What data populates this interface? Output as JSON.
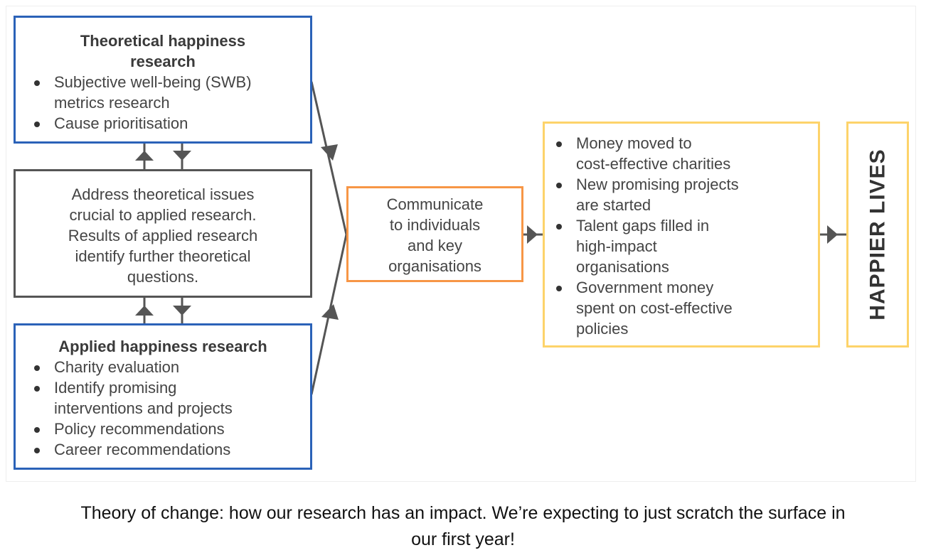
{
  "theoretical": {
    "title": [
      "Theoretical happiness",
      "research"
    ],
    "items": [
      [
        "Subjective well-being (SWB)",
        "metrics research"
      ],
      [
        "Cause prioritisation"
      ]
    ]
  },
  "link_box": {
    "lines": [
      "Address theoretical issues",
      "crucial to applied research.",
      "Results of applied research",
      "identify further theoretical",
      "questions."
    ]
  },
  "applied": {
    "title": [
      "Applied happiness research"
    ],
    "items": [
      [
        "Charity evaluation"
      ],
      [
        "Identify promising",
        "interventions and projects"
      ],
      [
        "Policy recommendations"
      ],
      [
        "Career recommendations"
      ]
    ]
  },
  "communicate": {
    "lines": [
      "Communicate",
      "to individuals",
      "and key",
      "organisations"
    ]
  },
  "outcomes": {
    "items": [
      [
        "Money moved to",
        "cost-effective charities"
      ],
      [
        "New promising projects",
        "are started"
      ],
      [
        "Talent gaps filled in",
        "high-impact",
        "organisations"
      ],
      [
        "Government money",
        "spent on cost-effective",
        "policies"
      ]
    ]
  },
  "goal": {
    "label": "HAPPIER LIVES"
  },
  "caption": {
    "lines": [
      "Theory of change: how our research has an impact. We’re expecting to just scratch the surface in",
      "our first year!"
    ]
  },
  "colors": {
    "blue": "#2b62b8",
    "gray": "#555555",
    "orange": "#f79646",
    "yellow": "#fdd36a"
  }
}
